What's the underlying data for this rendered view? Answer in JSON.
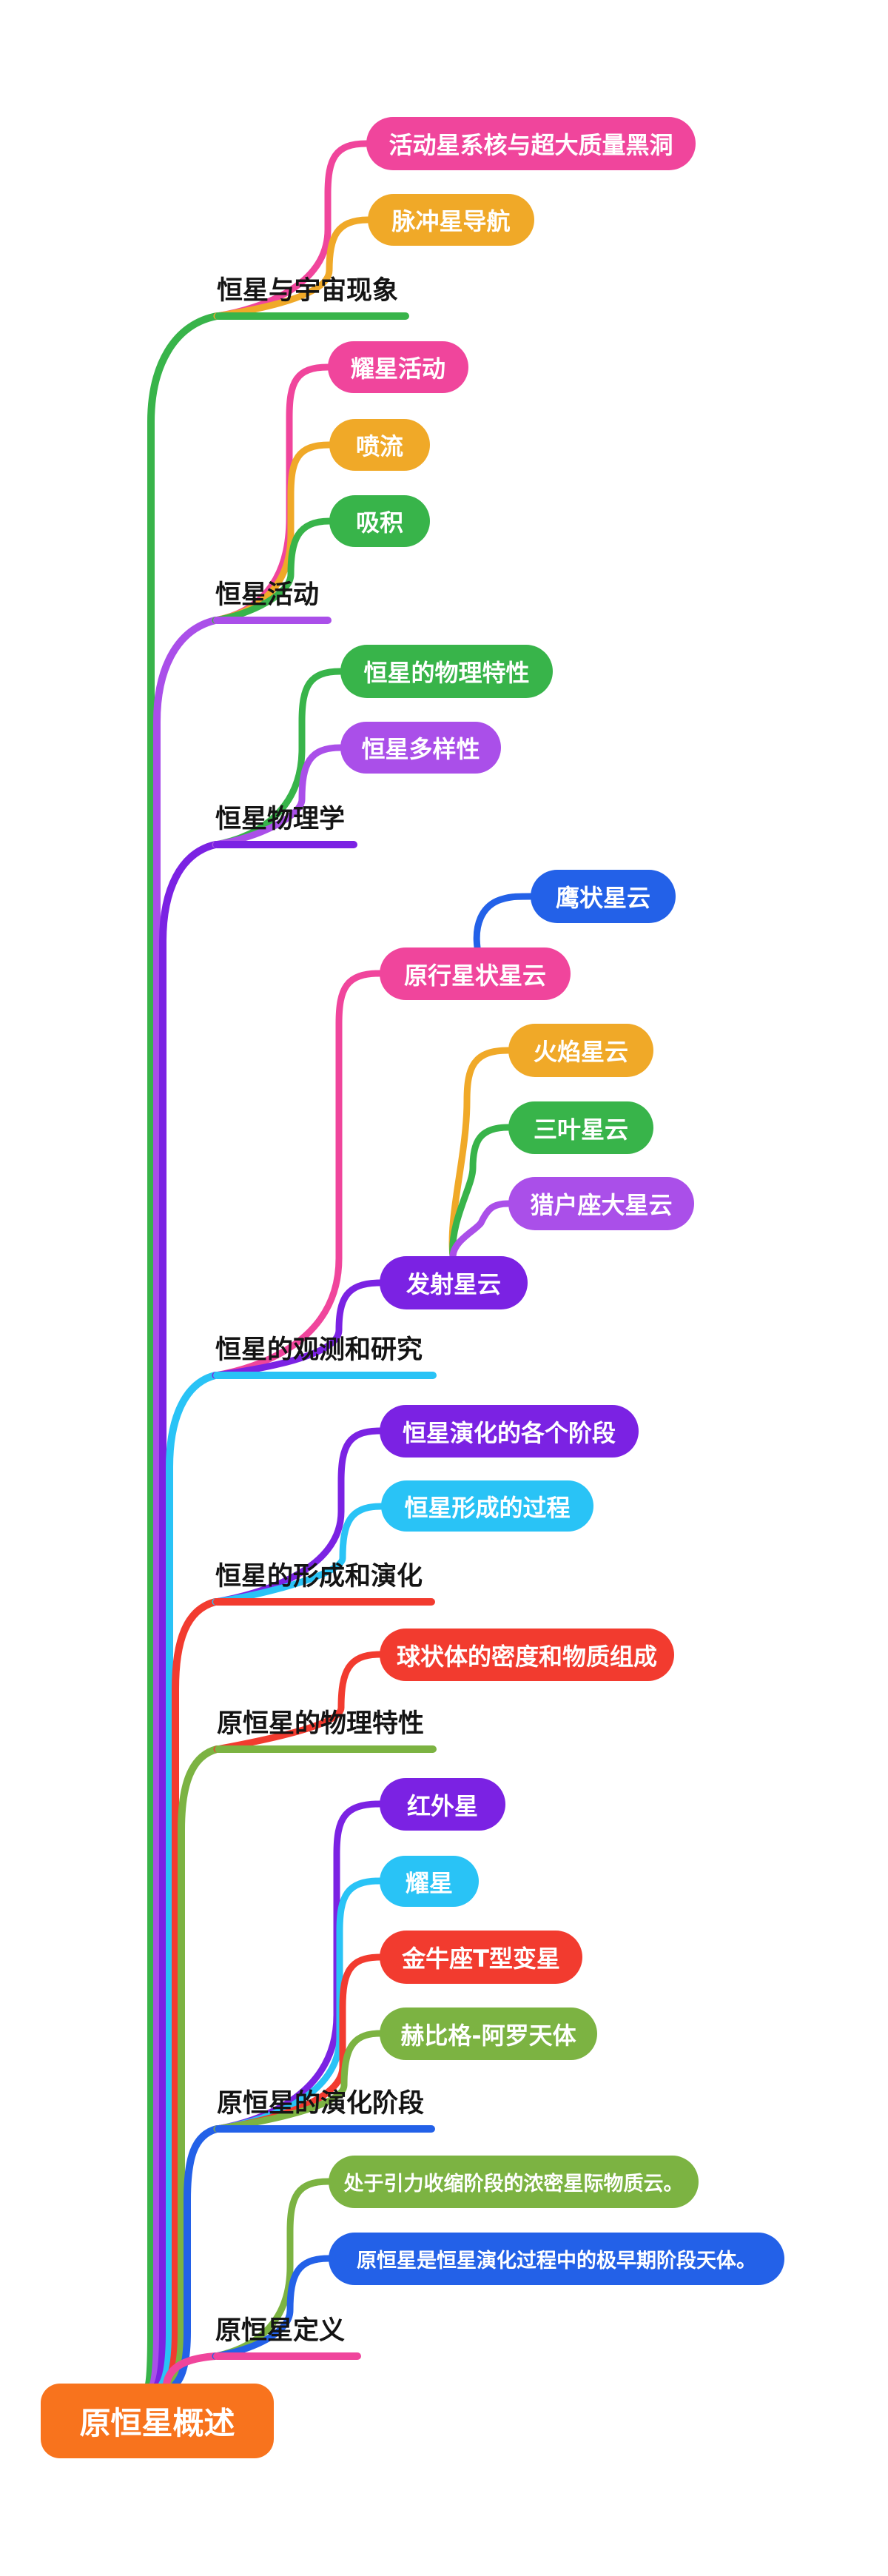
{
  "root": {
    "label": "原恒星概述",
    "color": "#F8731D"
  },
  "palette": {
    "pink": "#F0459C",
    "yellow": "#F0A928",
    "green": "#38B44A",
    "violet": "#AA4FE9",
    "purple": "#7B22E3",
    "blue": "#2361E8",
    "cyan": "#29C3F6",
    "red": "#F23B2F",
    "olive": "#7CB342",
    "orange": "#F8731D",
    "label_text": "#141414",
    "pill_text": "#FFFFFF",
    "background": "#FFFFFF"
  },
  "branches": [
    {
      "label": "恒星与宇宙现象",
      "color": "#38B44A",
      "children": [
        {
          "label": "活动星系核与超大质量黑洞",
          "color": "#F0459C",
          "children": []
        },
        {
          "label": "脉冲星导航",
          "color": "#F0A928",
          "children": []
        }
      ]
    },
    {
      "label": "恒星活动",
      "color": "#AA4FE9",
      "children": [
        {
          "label": "耀星活动",
          "color": "#F0459C",
          "children": []
        },
        {
          "label": "喷流",
          "color": "#F0A928",
          "children": []
        },
        {
          "label": "吸积",
          "color": "#38B44A",
          "children": []
        }
      ]
    },
    {
      "label": "恒星物理学",
      "color": "#7B22E3",
      "children": [
        {
          "label": "恒星的物理特性",
          "color": "#38B44A",
          "children": []
        },
        {
          "label": "恒星多样性",
          "color": "#AA4FE9",
          "children": []
        }
      ]
    },
    {
      "label": "恒星的观测和研究",
      "color": "#29C3F6",
      "children": [
        {
          "label": "原行星状星云",
          "color": "#F0459C",
          "children": [
            {
              "label": "鹰状星云",
              "color": "#2361E8"
            }
          ]
        },
        {
          "label": "发射星云",
          "color": "#7B22E3",
          "children": [
            {
              "label": "火焰星云",
              "color": "#F0A928"
            },
            {
              "label": "三叶星云",
              "color": "#38B44A"
            },
            {
              "label": "猎户座大星云",
              "color": "#AA4FE9"
            }
          ]
        }
      ]
    },
    {
      "label": "恒星的形成和演化",
      "color": "#F23B2F",
      "children": [
        {
          "label": "恒星演化的各个阶段",
          "color": "#7B22E3",
          "children": []
        },
        {
          "label": "恒星形成的过程",
          "color": "#29C3F6",
          "children": []
        }
      ]
    },
    {
      "label": "原恒星的物理特性",
      "color": "#7CB342",
      "children": [
        {
          "label": "球状体的密度和物质组成",
          "color": "#F23B2F",
          "children": []
        }
      ]
    },
    {
      "label": "原恒星的演化阶段",
      "color": "#2361E8",
      "children": [
        {
          "label": "红外星",
          "color": "#7B22E3",
          "children": []
        },
        {
          "label": "耀星",
          "color": "#29C3F6",
          "children": []
        },
        {
          "label": "金牛座T型变星",
          "color": "#F23B2F",
          "children": []
        },
        {
          "label": "赫比格-阿罗天体",
          "color": "#7CB342",
          "children": []
        }
      ]
    },
    {
      "label": "原恒星定义",
      "color": "#F0459C",
      "children": [
        {
          "label": "处于引力收缩阶段的浓密星际物质云。",
          "color": "#7CB342",
          "font_small": true,
          "children": []
        },
        {
          "label": "原恒星是恒星演化过程中的极早期阶段天体。",
          "color": "#2361E8",
          "font_small": true,
          "children": []
        }
      ]
    }
  ]
}
